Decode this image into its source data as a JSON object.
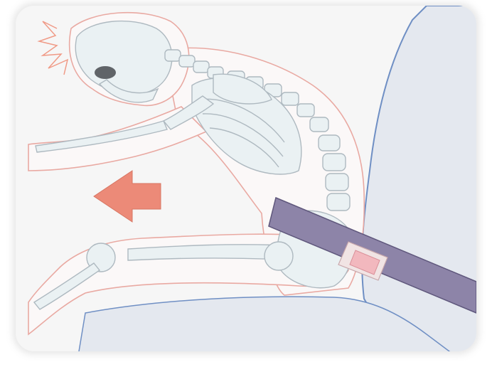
{
  "illustration": {
    "subject": "seated-occupant-skeleton",
    "restraint": "lap-belt",
    "motion_indicator": "arrow-left"
  },
  "colors": {
    "background": "#f6f6f6",
    "skin_outline": "#e9a9a2",
    "bone_fill": "#eaf1f3",
    "bone_stroke": "#aeb9c0",
    "seat_fill": "#e4e8ef",
    "seat_outline": "#6f8fc4",
    "belt_fill": "#8d84a8",
    "belt_stroke": "#5f577c",
    "buckle": "#f1e4e4",
    "buckle_inner": "#f2b8be",
    "arrow": "#ec8a78",
    "hair": "#f09a86",
    "eye_socket": "#606468"
  }
}
